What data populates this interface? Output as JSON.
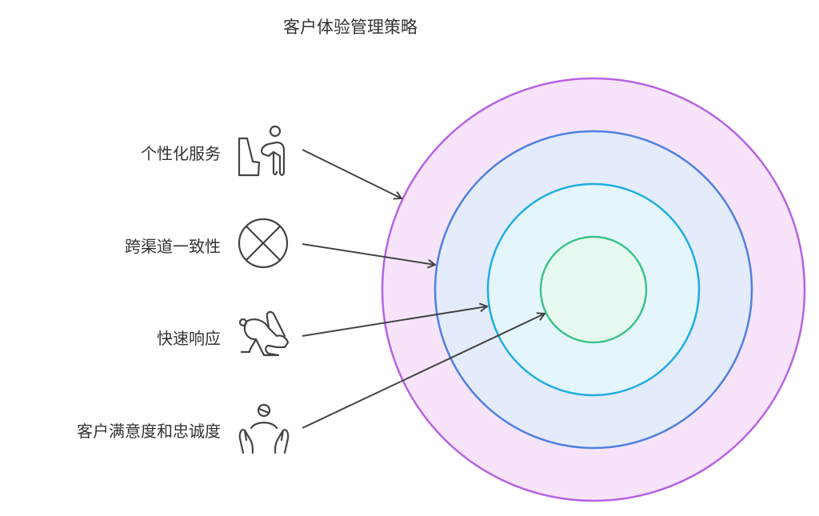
{
  "title": "客户体验管理策略",
  "items": [
    {
      "label": "个性化服务",
      "icon": "person-serving-icon"
    },
    {
      "label": "跨渠道一致性",
      "icon": "circle-x-icon"
    },
    {
      "label": "快速响应",
      "icon": "rabbit-icon"
    },
    {
      "label": "客户满意度和忠诚度",
      "icon": "person-hands-icon"
    }
  ],
  "colors": {
    "ring1_fill": "#f7e4fb",
    "ring1_stroke": "#b663e3",
    "ring2_fill": "#e4ebfb",
    "ring2_stroke": "#5080e0",
    "ring3_fill": "#e4f6fc",
    "ring3_stroke": "#1eade2",
    "ring4_fill": "#e7f8ef",
    "ring4_stroke": "#3cc38a",
    "arrow": "#444444"
  }
}
